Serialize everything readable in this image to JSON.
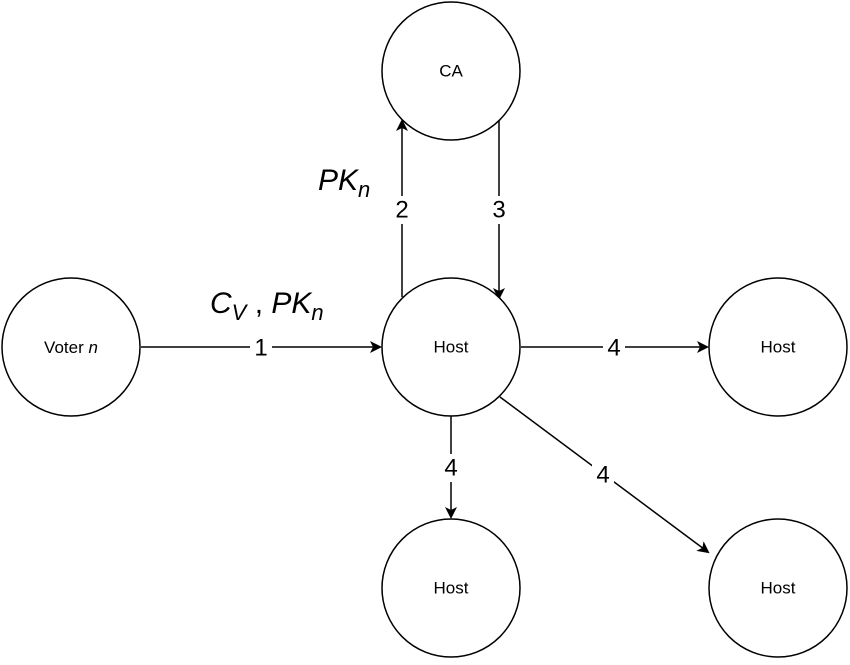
{
  "diagram": {
    "colors": {
      "stroke": "#000000",
      "fill": "#ffffff",
      "text": "#000000"
    },
    "nodes": [
      {
        "id": "voter",
        "label": "Voter ",
        "label_italic": "n"
      },
      {
        "id": "ca",
        "label": "CA"
      },
      {
        "id": "host_center",
        "label": "Host"
      },
      {
        "id": "host_right",
        "label": "Host"
      },
      {
        "id": "host_bottom",
        "label": "Host"
      },
      {
        "id": "host_bottom_right",
        "label": "Host"
      }
    ],
    "edges": [
      {
        "from": "voter",
        "to": "host_center",
        "label": "1"
      },
      {
        "from": "host_center",
        "to": "ca",
        "label": "2"
      },
      {
        "from": "ca",
        "to": "host_center",
        "label": "3"
      },
      {
        "from": "host_center",
        "to": "host_right",
        "label": "4"
      },
      {
        "from": "host_center",
        "to": "host_bottom",
        "label": "4"
      },
      {
        "from": "host_center",
        "to": "host_bottom_right",
        "label": "4"
      }
    ],
    "annotations": {
      "edge1": {
        "c_base": "C",
        "c_sub": "V",
        "sep": " , ",
        "pk_base": "PK",
        "pk_sub": "n"
      },
      "edge2": {
        "pk_base": "PK",
        "pk_sub": "n"
      }
    }
  }
}
